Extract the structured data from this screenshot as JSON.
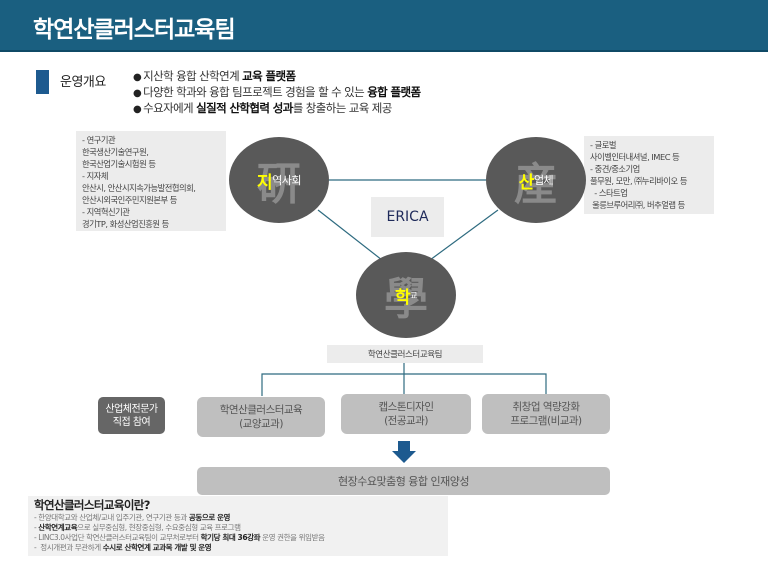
{
  "header": {
    "title": "학연산클러스터교육팀"
  },
  "section": {
    "label": "운영개요"
  },
  "overview": [
    {
      "bullet": "●",
      "text": "지산학 융합 산학연계 ",
      "bold": "교육 플랫폼",
      "tail": ""
    },
    {
      "bullet": "●",
      "text": "다양한 학과와 융합 팀프로젝트 경험을 할 수 있는 ",
      "bold": "융합 플랫폼",
      "tail": ""
    },
    {
      "bullet": "●",
      "text": "수요자에게 ",
      "bold": "실질적 산학협력 성과",
      "tail": "를 창출하는 교육 제공"
    }
  ],
  "info_left": [
    "- 연구기관",
    "한국생산기술연구원,",
    "한국산업기술시험원 등",
    "- 지자체",
    "안산시, 안산시지속가능발전협의회,",
    "안산시외국인주민지원본부 등",
    "- 지역혁신기관",
    "경기TP, 화성산업진흥원 등"
  ],
  "info_right": [
    "- 글로벌",
    "사이벨인터내셔널, IMEC 등",
    "- 중견/중소기업",
    "풀무원, 모만, ㈜누리바이오 등",
    "  - 스타트업",
    " 울릉브루어리㈜, 버추얼랩 등"
  ],
  "nodes": {
    "jiyeok": {
      "hanja": "硏",
      "highlight": "지",
      "rest": "역사회"
    },
    "san": {
      "hanja": "産",
      "highlight": "산",
      "rest": "업체"
    },
    "hak": {
      "hanja": "學",
      "highlight": "학",
      "rest": "교"
    }
  },
  "center": {
    "label": "ERICA"
  },
  "team": {
    "label": "학연산클러스터교육팀"
  },
  "expert": {
    "line1": "산업체전문가",
    "line2": "직접 참여"
  },
  "programs": [
    {
      "line1": "학연산클러스터교육",
      "line2": "(교양교과)"
    },
    {
      "line1": "캡스톤디자인",
      "line2": "(전공교과)"
    },
    {
      "line1": "취창업 역량강화",
      "line2": "프로그램(비교과)"
    }
  ],
  "result": {
    "label": "현장수요맞춤형 융합 인재양성"
  },
  "about": {
    "title": "학연산클러스터교육이란?",
    "lines": [
      {
        "pre": "- 한양대학교와 산업체/교내 입주기관, 연구기관 등과 ",
        "bold": "공동으로 운영",
        "post": ""
      },
      {
        "pre": "- ",
        "bold": "산학연계교육",
        "post": "으로 실무중심형, 현장중심형, 수요중심형 교육 프로그램"
      },
      {
        "pre": "- LINC3.0사업단 학연산클러스터교육팀이 교무처로부터 ",
        "bold": "학기당 최대 36강좌",
        "post": " 운영 권한을 위임받음"
      },
      {
        "pre": "-  정시개편과 무관하게 ",
        "bold": "수시로 산학연계 교과목 개발 및 운영",
        "post": ""
      }
    ]
  },
  "colors": {
    "header_bg": "#1a5f80",
    "accent_blue": "#1d5a8f",
    "node_gray": "#595959",
    "highlight_yellow": "#ffff00",
    "connector": "#2e6b80",
    "program_gray": "#bfbfbf",
    "expert_gray": "#666666"
  }
}
